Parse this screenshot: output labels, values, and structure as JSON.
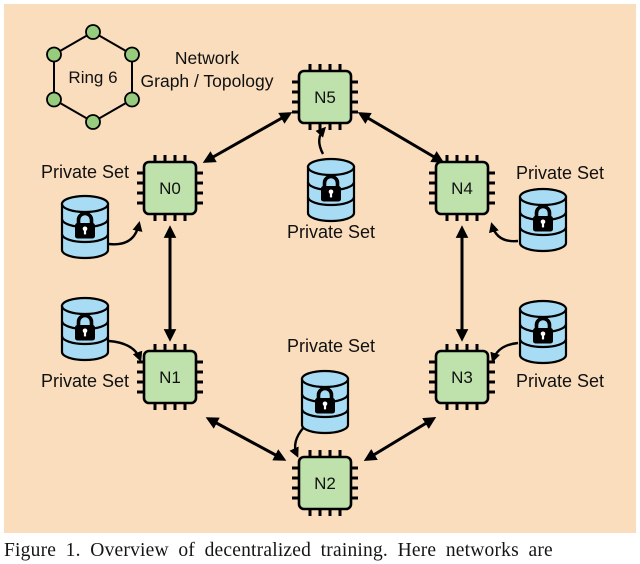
{
  "figure": {
    "legend": {
      "ring_label": "Ring 6",
      "topology_line1": "Network",
      "topology_line2": "Graph / Topology"
    },
    "private_set_label": "Private Set",
    "nodes": [
      {
        "label": "N0"
      },
      {
        "label": "N1"
      },
      {
        "label": "N2"
      },
      {
        "label": "N3"
      },
      {
        "label": "N4"
      },
      {
        "label": "N5"
      }
    ],
    "colors": {
      "background": "#F9DDBD",
      "chip_fill": "#BFE2AC",
      "db_fill": "#A8DCF4",
      "ring_dot_fill": "#97CC7F",
      "outline": "#000000",
      "caption_bg": "#FFFFFF"
    }
  },
  "caption": {
    "text": "Figure 1. Overview of decentralized training. Here networks are"
  }
}
